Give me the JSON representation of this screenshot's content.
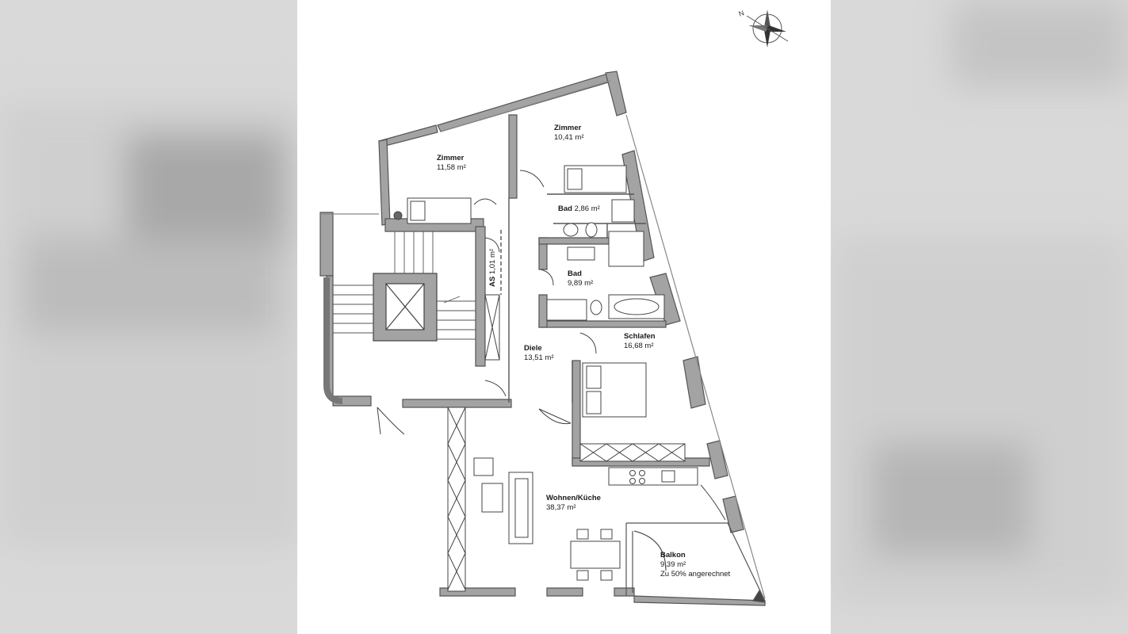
{
  "rooms": {
    "zimmer_a": {
      "name": "Zimmer",
      "area": "11,58 m²"
    },
    "zimmer_b": {
      "name": "Zimmer",
      "area": "10,41 m²"
    },
    "bad_small": {
      "name": "Bad",
      "area": "2,86 m²"
    },
    "abstell": {
      "name": "AS",
      "area": "1,01 m²"
    },
    "bad": {
      "name": "Bad",
      "area": "9,89 m²"
    },
    "schlafen": {
      "name": "Schlafen",
      "area": "16,68 m²"
    },
    "diele": {
      "name": "Diele",
      "area": "13,51 m²"
    },
    "wohnen": {
      "name": "Wohnen/Küche",
      "area": "38,37 m²"
    },
    "balkon": {
      "name": "Balkon",
      "area": "9,39 m²",
      "note": "Zu 50% angerechnet"
    }
  },
  "compass": {
    "north_label": "N"
  },
  "colors": {
    "wall": "#a3a3a3",
    "wall_edge": "#555555",
    "line": "#333333",
    "background": "#d9d9d9"
  }
}
